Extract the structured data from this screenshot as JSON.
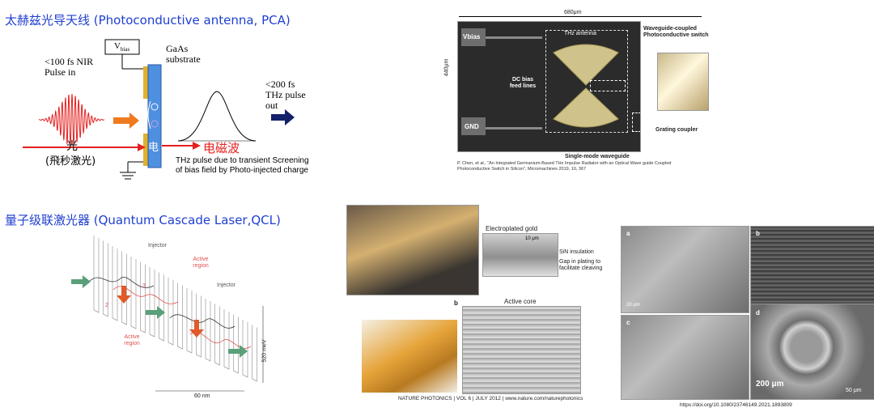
{
  "pca": {
    "title": "太赫兹光导天线 (Photoconductive antenna, PCA)",
    "vbias": "V",
    "vbias_sub": "bias",
    "gaas": "GaAs substrate",
    "nir": "<100 fs NIR Pulse in",
    "thz_out": "<200 fs THz pulse out",
    "light_cn": "光",
    "light_sub": "(飛秒激光)",
    "electric": "电",
    "em_wave": "电磁波",
    "desc": "THz pulse due to transient Screening of bias field by Photo-injected charge"
  },
  "chip": {
    "width_label": "680μm",
    "height_label": "440μm",
    "vbias": "Vbias",
    "gnd": "GND",
    "thz_antenna": "THz antenna",
    "dc_bias": "DC bias feed lines",
    "waveguide_switch": "Waveguide-coupled Photoconductive switch",
    "grating": "Grating coupler",
    "single_mode": "Single-mode waveguide",
    "citation": "P. Chen, et al., \"An Integrated Germanium-Based THz Impulse Radiator with an Optical Wave guide Coupled Photoconductive Switch in Silicon\", Micromachines 2019, 10, 367"
  },
  "qcl": {
    "title": "量子级联激光器 (Quantum Cascade Laser,QCL)",
    "injector1": "Injector",
    "injector2": "Injector",
    "active1": "Active region",
    "active2": "Active region",
    "n3": "3",
    "n2": "2",
    "energy": "520 meV",
    "length": "60 nm"
  },
  "nature": {
    "electroplated": "Electroplated gold",
    "sin": "SiN insulation",
    "gap": "Gap in plating to facilitate cleaving",
    "scale": "10 μm",
    "b": "b",
    "active_core": "Active core",
    "citation": "NATURE PHOTONICS | VOL 6 | JULY 2012 | www.nature.com/naturephotonics"
  },
  "sem": {
    "a": "a",
    "b": "b",
    "c": "c",
    "d": "d",
    "scale_a": "20 μm",
    "scale_d1": "200 μm",
    "scale_d2": "50 μm",
    "doi": "https://doi.org/10.1080/23746149.2021.1893809"
  },
  "colors": {
    "title_blue": "#1f3fd0",
    "pulse_red": "#e52020",
    "arrow_orange": "#f07a1e",
    "substrate_blue": "#4f8fe0",
    "gold": "#e2b12a",
    "navy": "#14206a",
    "green_arrow": "#5aa07a"
  }
}
